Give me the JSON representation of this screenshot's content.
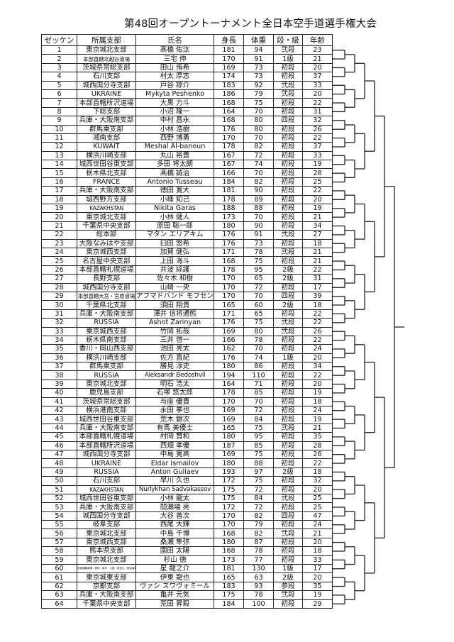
{
  "title": "第48回オープントーナメント全日本空手道選手権大会",
  "columns": [
    "ゼッケン",
    "所属支部",
    "氏名",
    "身長",
    "体重",
    "段・級",
    "年齢"
  ],
  "rows": [
    [
      "1",
      "東京城北支部",
      "髙橋 佑汰",
      "181",
      "94",
      "弐段",
      "23"
    ],
    [
      "2",
      "本部直轄北越谷道場",
      "三宅 伸",
      "170",
      "91",
      "1級",
      "21"
    ],
    [
      "3",
      "茨城県常総支部",
      "田山 侑希",
      "169",
      "73",
      "初段",
      "20"
    ],
    [
      "4",
      "石川支部",
      "村太 厚志",
      "174",
      "73",
      "初段",
      "37"
    ],
    [
      "5",
      "城西国分寺支部",
      "戸谷 諒介",
      "183",
      "92",
      "弐段",
      "33"
    ],
    [
      "6",
      "UKRAINE",
      "Mykyta Peshenko",
      "186",
      "79",
      "弐段",
      "20"
    ],
    [
      "7",
      "本部直轄所沢道場",
      "大黒 力斗",
      "168",
      "75",
      "初段",
      "22"
    ],
    [
      "8",
      "下総支部",
      "小沼 隆一",
      "164",
      "70",
      "初段",
      "31"
    ],
    [
      "9",
      "兵庫・大阪南支部",
      "中村 昌永",
      "168",
      "80",
      "四段",
      "32"
    ],
    [
      "10",
      "群馬東支部",
      "小林 浩樹",
      "176",
      "80",
      "初段",
      "26"
    ],
    [
      "11",
      "湘南支部",
      "西野 博勇",
      "170",
      "70",
      "初段",
      "22"
    ],
    [
      "12",
      "KUWAIT",
      "Meshal Al-banoun",
      "178",
      "82",
      "初段",
      "37"
    ],
    [
      "13",
      "横浜川崎支部",
      "丸山 裕貴",
      "167",
      "72",
      "初段",
      "33"
    ],
    [
      "14",
      "城西世田谷東支部",
      "多田 将太朗",
      "167",
      "74",
      "初段",
      "19"
    ],
    [
      "15",
      "栃木県北支部",
      "髙橋 誠治",
      "166",
      "70",
      "初段",
      "28"
    ],
    [
      "16",
      "FRANCE",
      "Antonio Tusseau",
      "184",
      "82",
      "初段",
      "25"
    ],
    [
      "17",
      "兵庫・大阪南支部",
      "徳田 寛大",
      "181",
      "90",
      "初段",
      "22"
    ],
    [
      "18",
      "城西野方支部",
      "小峰 知己",
      "178",
      "89",
      "初段",
      "20"
    ],
    [
      "19",
      "KAZAKHSTAN",
      "Nikita Garas",
      "188",
      "88",
      "初段",
      "19"
    ],
    [
      "20",
      "東京城北支部",
      "小林 健人",
      "173",
      "70",
      "初段",
      "21"
    ],
    [
      "21",
      "千葉県中央支部",
      "原田 聡一郎",
      "180",
      "90",
      "初段",
      "34"
    ],
    [
      "22",
      "総本部",
      "マタン エリアキム",
      "176",
      "91",
      "弐段",
      "27"
    ],
    [
      "23",
      "大阪なみはや支部",
      "臼田 悠希",
      "176",
      "73",
      "初段",
      "18"
    ],
    [
      "24",
      "東京城西支部",
      "加賀 健弘",
      "171",
      "78",
      "弐段",
      "21"
    ],
    [
      "25",
      "名古屋中央支部",
      "上田 海斗",
      "168",
      "75",
      "初段",
      "21"
    ],
    [
      "26",
      "本部直轄札幌道場",
      "井波 綜護",
      "178",
      "95",
      "2級",
      "22"
    ],
    [
      "27",
      "長野支部",
      "佐々木 和樹",
      "170",
      "65",
      "2級",
      "31"
    ],
    [
      "28",
      "城西国分寺支部",
      "山崎 一央",
      "170",
      "72",
      "初段",
      "17"
    ],
    [
      "29",
      "本部直轄大宮・宮原道場",
      "アフマドバンド モフセン",
      "170",
      "70",
      "四段",
      "39"
    ],
    [
      "30",
      "千葉県北支部",
      "須田 翔貴",
      "165",
      "60",
      "2級",
      "18"
    ],
    [
      "31",
      "兵庫・大阪南支部",
      "澤井 信将通熊",
      "171",
      "65",
      "初段",
      "22"
    ],
    [
      "32",
      "RUSSIA",
      "Ashot Zarinyan",
      "176",
      "75",
      "弐段",
      "22"
    ],
    [
      "33",
      "東京城西支部",
      "竹岡 拓哉",
      "169",
      "80",
      "弐段",
      "26"
    ],
    [
      "34",
      "栃木県南支部",
      "三井 啓一",
      "166",
      "78",
      "初段",
      "22"
    ],
    [
      "35",
      "香川・岡山西支部",
      "池田 亮太",
      "162",
      "70",
      "初段",
      "24"
    ],
    [
      "36",
      "横浜川崎支部",
      "佐方 直紀",
      "176",
      "74",
      "1級",
      "20"
    ],
    [
      "37",
      "群馬東支部",
      "勝見 淳史",
      "180",
      "86",
      "初段",
      "34"
    ],
    [
      "38",
      "RUSSIA",
      "Aleksandr Bedoshvil",
      "194",
      "110",
      "初段",
      "22"
    ],
    [
      "39",
      "東京城北支部",
      "明石 浩太",
      "164",
      "71",
      "初段",
      "20"
    ],
    [
      "40",
      "鹿児島支部",
      "石塚 悠太郎",
      "178",
      "85",
      "初段",
      "19"
    ],
    [
      "41",
      "茨城県常総支部",
      "与座 優貴",
      "170",
      "70",
      "初段",
      "18"
    ],
    [
      "42",
      "横浜港南支部",
      "永田 拳也",
      "169",
      "72",
      "初段",
      "24"
    ],
    [
      "43",
      "城西世田谷東支部",
      "荒木 銀次",
      "169",
      "84",
      "初段",
      "19"
    ],
    [
      "44",
      "兵庫・大阪南支部",
      "有馬 美優士",
      "165",
      "75",
      "弐段",
      "21"
    ],
    [
      "45",
      "本部直轄札幌道場",
      "村岡 賢和",
      "180",
      "95",
      "初段",
      "35"
    ],
    [
      "46",
      "本部直轄所沢道場",
      "西畑 孝優",
      "187",
      "85",
      "初段",
      "28"
    ],
    [
      "47",
      "城西国分寺支部",
      "中島 寛高",
      "169",
      "75",
      "初段",
      "26"
    ],
    [
      "48",
      "UKRAINE",
      "Eldar Ismailov",
      "180",
      "88",
      "初段",
      "22"
    ],
    [
      "49",
      "RUSSIA",
      "Anton Guliaev",
      "193",
      "97",
      "2級",
      "18"
    ],
    [
      "50",
      "石川支部",
      "早川 久也",
      "172",
      "75",
      "初段",
      "32"
    ],
    [
      "51",
      "KAZAKHSTAN",
      "Nurlykhan Sadvakassov",
      "175",
      "72",
      "初段",
      "20"
    ],
    [
      "52",
      "城西世田谷東支部",
      "小林 龍太",
      "175",
      "84",
      "弐段",
      "25"
    ],
    [
      "53",
      "兵庫・大阪南支部",
      "間瀬場 亮",
      "172",
      "72",
      "初段",
      "25"
    ],
    [
      "54",
      "城西国分寺支部",
      "大谷 善次",
      "170",
      "82",
      "四段",
      "47"
    ],
    [
      "55",
      "岐阜支部",
      "西尾 大輝",
      "170",
      "79",
      "初段",
      "24"
    ],
    [
      "56",
      "東京城北支部",
      "中島 千博",
      "168",
      "82",
      "弐段",
      "21"
    ],
    [
      "57",
      "東京城西支部",
      "桑瀬 隼弥",
      "180",
      "87",
      "初段",
      "20"
    ],
    [
      "58",
      "熊本県支部",
      "園田 太陽",
      "168",
      "78",
      "初段",
      "18"
    ],
    [
      "59",
      "東京城北支部",
      "杉山 徳",
      "173",
      "77",
      "初段",
      "33"
    ],
    [
      "60",
      "本部直轄道場・那珂・坂戸・川越・東松山・越谷道場",
      "星 龍之介",
      "181",
      "130",
      "1級",
      "17"
    ],
    [
      "61",
      "東京城東支部",
      "伊東 龍也",
      "165",
      "63",
      "2級",
      "20"
    ],
    [
      "62",
      "京都支部",
      "ヴァシ スワヴォミール",
      "183",
      "93",
      "参段",
      "35"
    ],
    [
      "63",
      "兵庫・大阪南支部",
      "亀井 元気",
      "175",
      "78",
      "弐段",
      "19"
    ],
    [
      "64",
      "千葉県中央支部",
      "荒田 昇毅",
      "184",
      "100",
      "初段",
      "29"
    ]
  ]
}
